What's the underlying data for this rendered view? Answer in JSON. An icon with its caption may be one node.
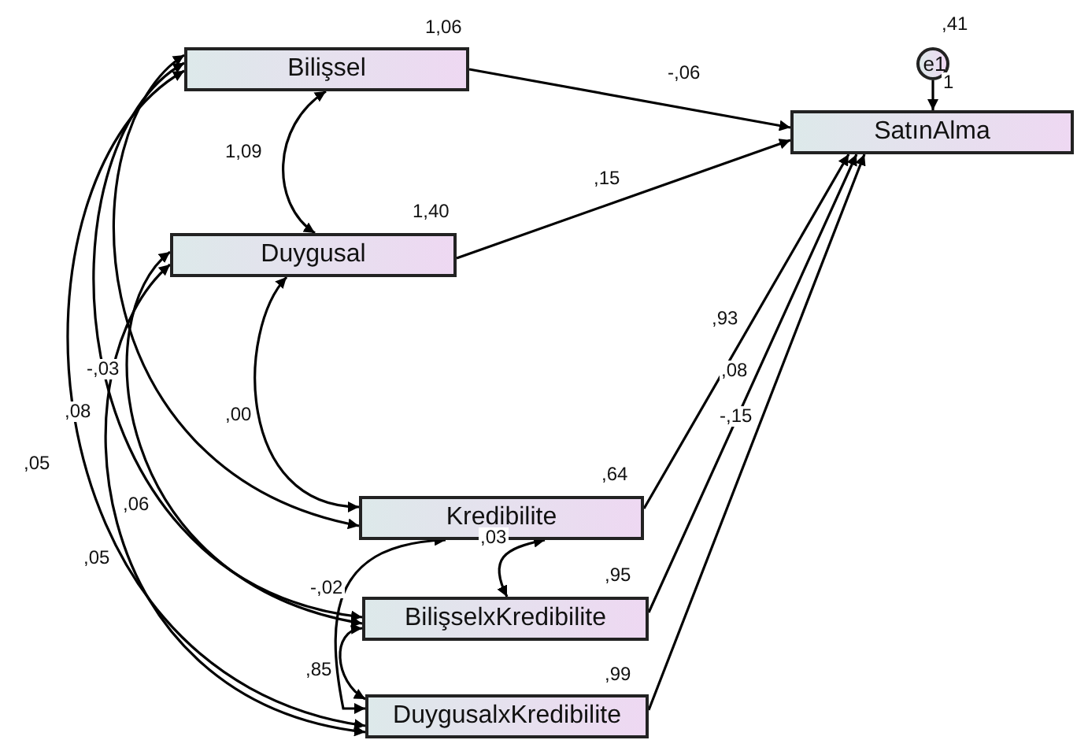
{
  "diagram": {
    "nodes": [
      {
        "text": [
          "Bilişsel"
        ],
        "beside": [
          "1,06"
        ]
      },
      {
        "text": [
          "Duygusal"
        ],
        "beside": [
          "1,40"
        ]
      },
      {
        "text": [
          "Kredibilite"
        ],
        "beside": [
          ",64"
        ]
      },
      {
        "text": [
          "BilişselxKredibilite"
        ],
        "beside": [
          ",95"
        ]
      },
      {
        "text": [
          "DuygusalxKredibilite"
        ],
        "beside": [
          ",99"
        ]
      },
      {
        "text": [
          "SatınAlma"
        ]
      },
      {
        "text": [
          "e1"
        ],
        "beside": [
          ",41"
        ]
      }
    ],
    "edges": [
      {
        "from": 0,
        "to": 5,
        "arrow": "to",
        "label": "-,06"
      },
      {
        "from": 1,
        "to": 5,
        "arrow": "to",
        "label": ",15"
      },
      {
        "from": 2,
        "to": 5,
        "arrow": "to",
        "label": ",93"
      },
      {
        "from": 3,
        "to": 5,
        "arrow": "to",
        "label": ",08"
      },
      {
        "from": 4,
        "to": 5,
        "arrow": "to",
        "label": "-,15"
      },
      {
        "from": 6,
        "to": 5,
        "arrow": "to",
        "label": "1"
      },
      {
        "from": 0,
        "to": 1,
        "arrow": "both",
        "label": "1,09"
      },
      {
        "from": 1,
        "to": 2,
        "arrow": "both",
        "label": ",00"
      },
      {
        "from": 0,
        "to": 2,
        "arrow": "both",
        "label": "-,03"
      },
      {
        "from": 0,
        "to": 3,
        "arrow": "both",
        "label": ",08"
      },
      {
        "from": 0,
        "to": 4,
        "arrow": "both",
        "label": ",05"
      },
      {
        "from": 1,
        "to": 3,
        "arrow": "both",
        "label": ",06"
      },
      {
        "from": 1,
        "to": 4,
        "arrow": "both",
        "label": ",05"
      },
      {
        "from": 2,
        "to": 3,
        "arrow": "both",
        "label": ",03"
      },
      {
        "from": 2,
        "to": 4,
        "arrow": "both",
        "label": "-,02"
      },
      {
        "from": 3,
        "to": 4,
        "arrow": "both",
        "label": ",85"
      }
    ]
  }
}
